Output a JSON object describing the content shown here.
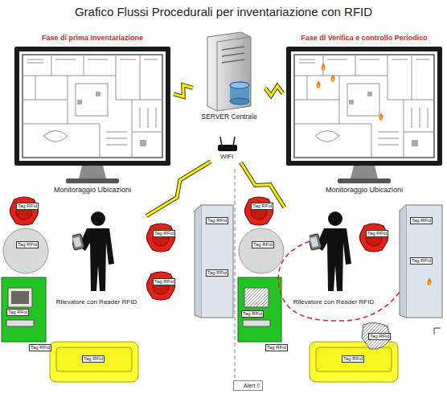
{
  "diagram": {
    "title": "Grafico Flussi Procedurali per inventariazione con RFID",
    "nodes": [
      {
        "text": [
          "Fase di prima Inventariazione",
          "Monitoraggio Ubicazioni"
        ]
      },
      {
        "text": [
          "SERVER Centrale"
        ]
      },
      {
        "text": [
          "Fase di Verifica e controllo Periodico",
          "Monitoraggio Ubicazioni"
        ]
      },
      {
        "text": [
          "WiFi"
        ]
      },
      {
        "text": [
          "Rilevatore con Reader RFID"
        ]
      },
      {
        "text": [
          "Rilevatore con Reader RFID"
        ]
      },
      {
        "text": [
          "Alert !!"
        ]
      }
    ],
    "edges": [
      {
        "from": 0,
        "to": 1,
        "arrow": "none"
      },
      {
        "from": 1,
        "to": 2,
        "arrow": "none"
      },
      {
        "from": 3,
        "to": 4,
        "arrow": "none"
      },
      {
        "from": 3,
        "to": 5,
        "arrow": "none"
      }
    ],
    "labels": [
      "Tag RFid",
      "Tag RFid",
      "Tag RFid",
      "Tag RFid",
      "Tag RFid",
      "Tag RFid",
      "Tag RFid",
      "Tag RFid",
      "Tag RFid",
      "Tag RFid",
      "Tag RFid",
      "Tag RFid",
      "Tag RFid",
      "Tag RFid",
      "Tag RFid",
      "Tag RFid",
      "Tag RFid",
      "Tag RFid"
    ]
  }
}
